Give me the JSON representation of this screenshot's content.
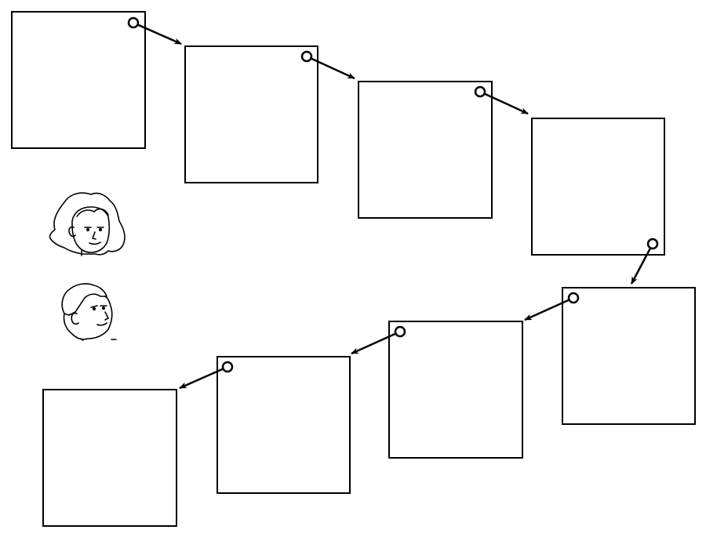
{
  "diagram": {
    "kind": "story-sequence",
    "panel_count": 8,
    "panels": [
      {
        "id": 1,
        "text": ""
      },
      {
        "id": 2,
        "text": ""
      },
      {
        "id": 3,
        "text": ""
      },
      {
        "id": 4,
        "text": ""
      },
      {
        "id": 5,
        "text": ""
      },
      {
        "id": 6,
        "text": ""
      },
      {
        "id": 7,
        "text": ""
      },
      {
        "id": 8,
        "text": ""
      }
    ],
    "connectors": [
      {
        "from": 1,
        "to": 2
      },
      {
        "from": 2,
        "to": 3
      },
      {
        "from": 3,
        "to": 4
      },
      {
        "from": 4,
        "to": 5
      },
      {
        "from": 5,
        "to": 6
      },
      {
        "from": 6,
        "to": 7
      },
      {
        "from": 7,
        "to": 8
      }
    ],
    "characters": [
      {
        "name": "girl-face",
        "icon": "girl-face-icon"
      },
      {
        "name": "boy-face",
        "icon": "boy-face-icon"
      }
    ],
    "stroke_color": "#000000",
    "background_color": "#ffffff"
  }
}
